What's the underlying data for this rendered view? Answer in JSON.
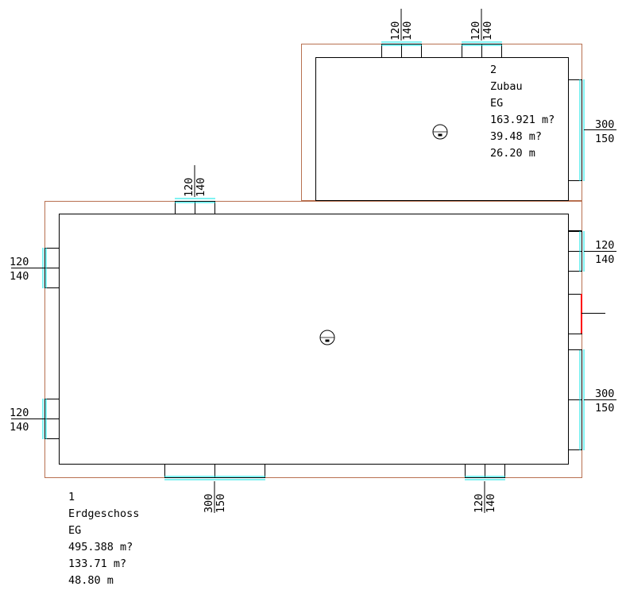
{
  "colors": {
    "wall": "#000000",
    "outline": "#b87050",
    "window": "#00e5e5",
    "door": "#ff0000",
    "background": "#ffffff"
  },
  "rooms": [
    {
      "number": "1",
      "name": "Erdgeschoss",
      "level": "EG",
      "volume": "495.388 m?",
      "area": "133.71 m?",
      "perimeter": "48.80 m"
    },
    {
      "number": "2",
      "name": "Zubau",
      "level": "EG",
      "volume": "163.921 m?",
      "area": "39.48 m?",
      "perimeter": "26.20 m"
    }
  ],
  "windows": [
    {
      "id": "w-zubau-top-1",
      "width": "120",
      "height": "140"
    },
    {
      "id": "w-zubau-top-2",
      "width": "120",
      "height": "140"
    },
    {
      "id": "w-zubau-right",
      "width": "300",
      "height": "150"
    },
    {
      "id": "w-eg-top",
      "width": "120",
      "height": "140"
    },
    {
      "id": "w-eg-left-1",
      "width": "120",
      "height": "140"
    },
    {
      "id": "w-eg-left-2",
      "width": "120",
      "height": "140"
    },
    {
      "id": "w-eg-right-1",
      "width": "120",
      "height": "140"
    },
    {
      "id": "w-eg-right-2",
      "width": "300",
      "height": "150"
    },
    {
      "id": "w-eg-bottom-1",
      "width": "300",
      "height": "150"
    },
    {
      "id": "w-eg-bottom-2",
      "width": "120",
      "height": "140"
    }
  ],
  "symbols": {
    "symbol_text_1": "",
    "symbol_text_2": ""
  }
}
